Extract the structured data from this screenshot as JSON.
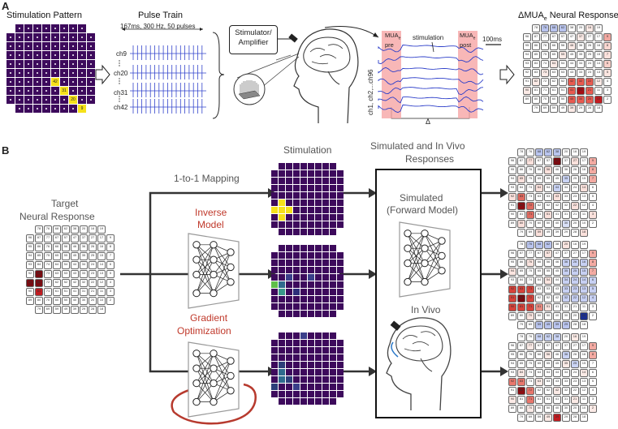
{
  "panel_a": {
    "letter": "A",
    "stim_pattern_title": "Stimulation Pattern",
    "pulse_train_title": "Pulse Train",
    "pulse_params": "167ms, 300 Hz, 50 pulses",
    "channels": [
      "ch9",
      "ch20",
      "ch31",
      "ch42"
    ],
    "stimulator_label": "Stimulator/ Amplifier",
    "channel_axis_label": "ch1, ch2,...ch96",
    "mua_pre": "MUA",
    "mua_pre_sub": "e",
    "mua_pre_suffix": "pre",
    "mua_post": "MUA",
    "mua_post_sub": "e",
    "mua_post_suffix": "post",
    "stimulation_label": "stimulation",
    "scale_label": "100ms",
    "delta_label": "Δ",
    "response_title": "ΔMUA",
    "response_title_sub": "e",
    "response_title_suffix": " Neural Response",
    "stim_electrodes": [
      "42",
      "31",
      "20",
      "9"
    ]
  },
  "panel_b": {
    "letter": "B",
    "target_title_line1": "Target",
    "target_title_line2": "Neural Response",
    "one_to_one": "1-to-1 Mapping",
    "inverse_line1": "Inverse",
    "inverse_line2": "Model",
    "gradient_line1": "Gradient",
    "gradient_line2": "Optimization",
    "stimulation_title": "Stimulation",
    "simulated_invivo_line1": "Simulated and In Vivo",
    "simulated_invivo_line2": "Responses",
    "simulated_line1": "Simulated",
    "simulated_line2": "(Forward Model)",
    "invivo": "In Vivo"
  },
  "colors": {
    "stim_off": "#3d0a5c",
    "stim_on": "#f5e11a",
    "arrow": "#333333",
    "pink_band": "#f6a5a5",
    "red_text": "#c0392b",
    "trace_blue": "#2c3ec9"
  }
}
